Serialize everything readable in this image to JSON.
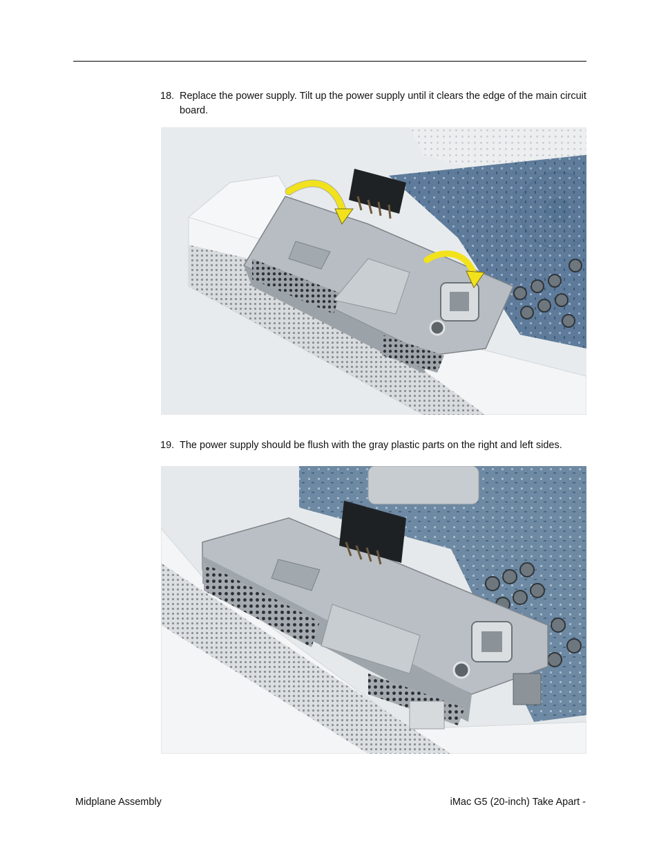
{
  "steps": [
    {
      "number": "18.",
      "text": "Replace the power supply. Tilt up the power supply until it clears the edge of the main circuit board."
    },
    {
      "number": "19.",
      "text": "The power supply should be flush with the gray plastic parts on the right and left sides."
    }
  ],
  "footer": {
    "left": "Midplane Assembly",
    "right": "iMac G5 (20-inch) Take Apart -"
  },
  "colors": {
    "arrow": "#f2e21b",
    "board": "#4f6f92",
    "psu": "#b7bdc2",
    "housing": "#f3f4f5"
  }
}
